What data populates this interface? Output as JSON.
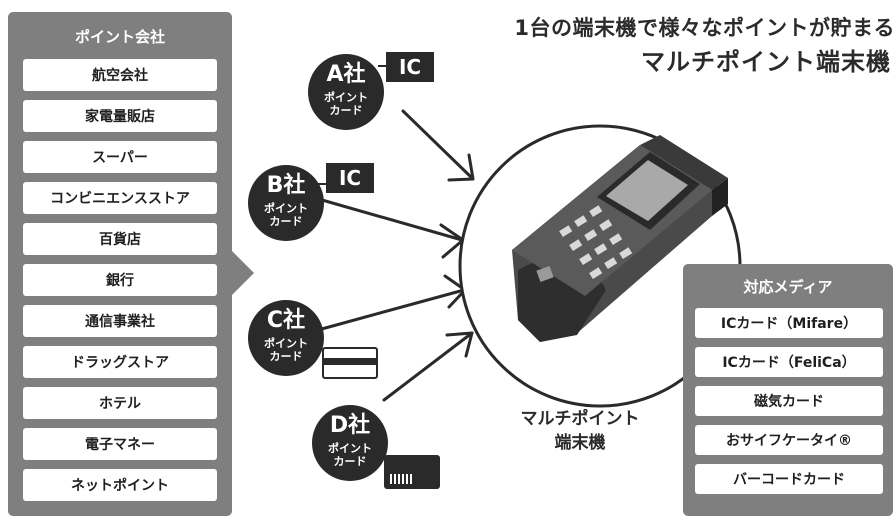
{
  "point_companies": {
    "title": "ポイント会社",
    "items": [
      "航空会社",
      "家電量販店",
      "スーパー",
      "コンビニエンスストア",
      "百貨店",
      "銀行",
      "通信事業社",
      "ドラッグストア",
      "ホテル",
      "電子マネー",
      "ネットポイント"
    ]
  },
  "headline": {
    "line1": "1台の端末機で様々なポイントが貯まる",
    "line2": "マルチポイント端末機"
  },
  "cards": [
    {
      "company": "A社",
      "type_line1": "ポイント",
      "type_line2": "カード",
      "media": "IC"
    },
    {
      "company": "B社",
      "type_line1": "ポイント",
      "type_line2": "カード",
      "media": "IC"
    },
    {
      "company": "C社",
      "type_line1": "ポイント",
      "type_line2": "カード",
      "media": "magnetic-card-icon"
    },
    {
      "company": "D社",
      "type_line1": "ポイント",
      "type_line2": "カード",
      "media": "barcode-card-icon"
    }
  ],
  "terminal": {
    "caption_line1": "マルチポイント",
    "caption_line2": "端末機"
  },
  "supported_media": {
    "title": "対応メディア",
    "items": [
      "ICカード（Mifare）",
      "ICカード（FeliCa）",
      "磁気カード",
      "おサイフケータイ®",
      "バーコードカード"
    ]
  },
  "colors": {
    "panel_gray": "#7f7f7f",
    "badge_dark": "#2a2a2a",
    "text_dark": "#2b2b2b"
  }
}
